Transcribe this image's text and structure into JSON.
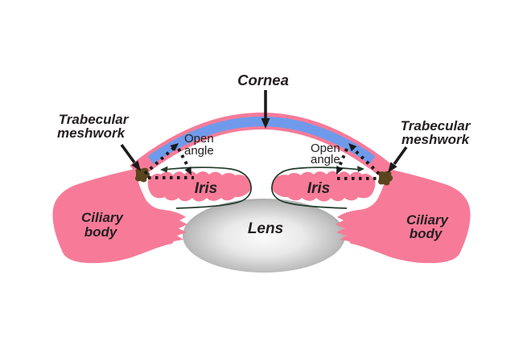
{
  "colors": {
    "background": "#FFFFFF",
    "tissue_pink": "#F77B98",
    "cornea_blue": "#6F9AEB",
    "lens_gray_center": "#FBFBFB",
    "lens_gray_mid": "#E9E9E9",
    "lens_gray_deep": "#BDBDBD",
    "lens_gray_edge": "#8C8C8C",
    "trabecular_brown": "#5B451C",
    "flow_line_green": "#233B2B",
    "ink_black": "#1A1A1A",
    "text_black": "#231F20"
  },
  "labels": {
    "cornea": "Cornea",
    "trabecular_left": [
      "Trabecular",
      "meshwork"
    ],
    "trabecular_right": [
      "Trabecular",
      "meshwork"
    ],
    "open_angle_left": [
      "Open",
      "angle"
    ],
    "open_angle_right": [
      "Open",
      "angle"
    ],
    "iris_left": "Iris",
    "iris_right": "Iris",
    "lens": "Lens",
    "ciliary_left": [
      "Ciliary",
      "body"
    ],
    "ciliary_right": [
      "Ciliary",
      "body"
    ]
  }
}
